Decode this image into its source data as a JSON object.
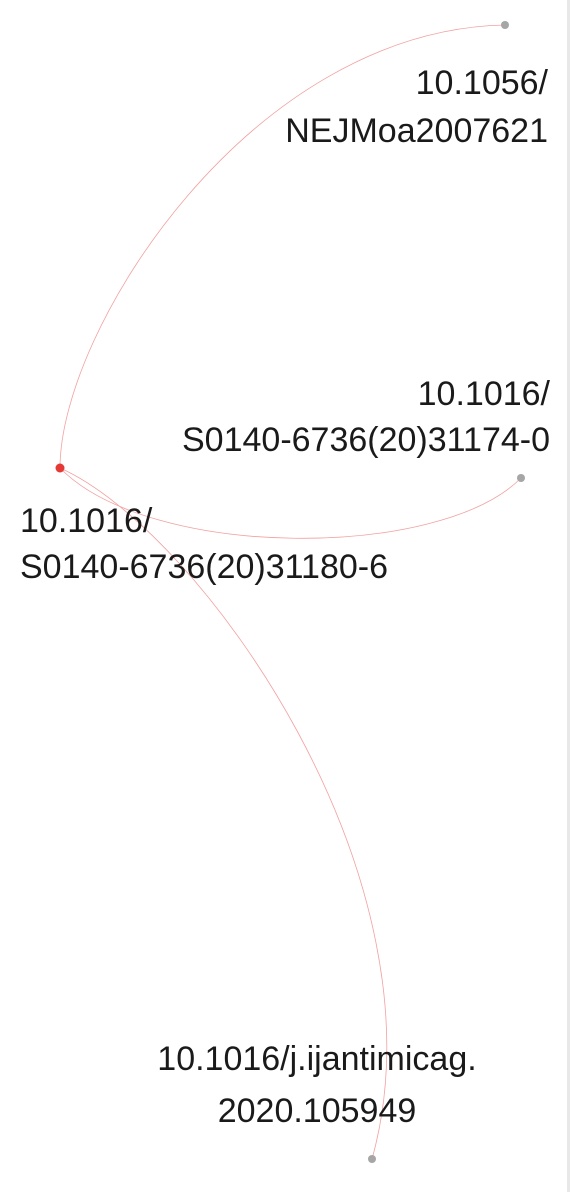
{
  "colors": {
    "edge": "#f2a0a0",
    "center_node": "#e53935",
    "leaf_node": "#a6a6a6",
    "label": "#1a1a1a"
  },
  "nodes": [
    {
      "id": "n-center",
      "role": "center",
      "lines": [
        "10.1016/",
        "S0140-6736(20)31180-6"
      ]
    },
    {
      "id": "n-nejm",
      "role": "leaf",
      "lines": [
        "10.1056/",
        "NEJMoa2007621"
      ]
    },
    {
      "id": "n-lancet",
      "role": "leaf",
      "lines": [
        "10.1016/",
        "S0140-6736(20)31174-0"
      ]
    },
    {
      "id": "n-ijaa",
      "role": "leaf",
      "lines": [
        "10.1016/j.ijantimicag.",
        "2020.105949"
      ]
    }
  ],
  "edges": [
    {
      "from": "n-center",
      "to": "n-nejm"
    },
    {
      "from": "n-center",
      "to": "n-lancet"
    },
    {
      "from": "n-center",
      "to": "n-ijaa"
    }
  ]
}
